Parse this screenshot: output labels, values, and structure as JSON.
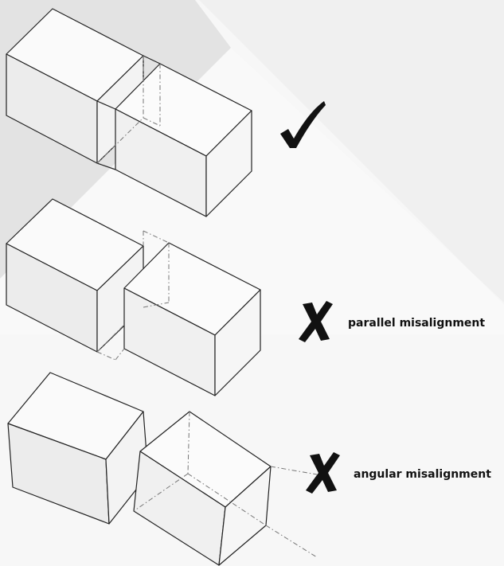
{
  "colors": {
    "background": "#f0f0f0",
    "shade_dark": "#e2e2e2",
    "shade_light": "#fafafa",
    "stroke": "#222222",
    "guide": "#666666",
    "mark": "#111111"
  },
  "rows": [
    {
      "id": "aligned",
      "mark": "check-icon",
      "label": ""
    },
    {
      "id": "parallel",
      "mark": "cross-icon",
      "label": "parallel misalignment"
    },
    {
      "id": "angular",
      "mark": "cross-icon",
      "label": "angular misalignment"
    }
  ]
}
